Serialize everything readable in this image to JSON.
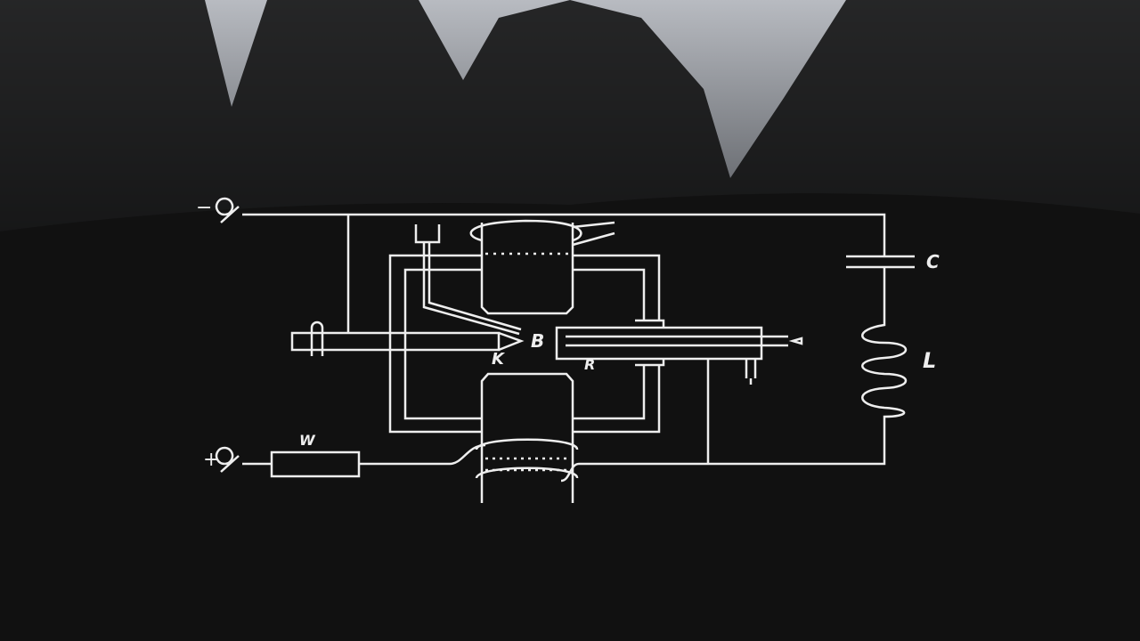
{
  "diagram": {
    "terminal_negative": "−",
    "terminal_positive": "+",
    "resistor_label": "W",
    "arc_gap_label": "B",
    "cathode_label": "K",
    "anode_label": "R",
    "capacitor_label": "C",
    "inductor_label": "L"
  },
  "colors": {
    "line": "#eeeeee",
    "sky": "#b9bcc2",
    "forest": "#0e0e0e"
  }
}
